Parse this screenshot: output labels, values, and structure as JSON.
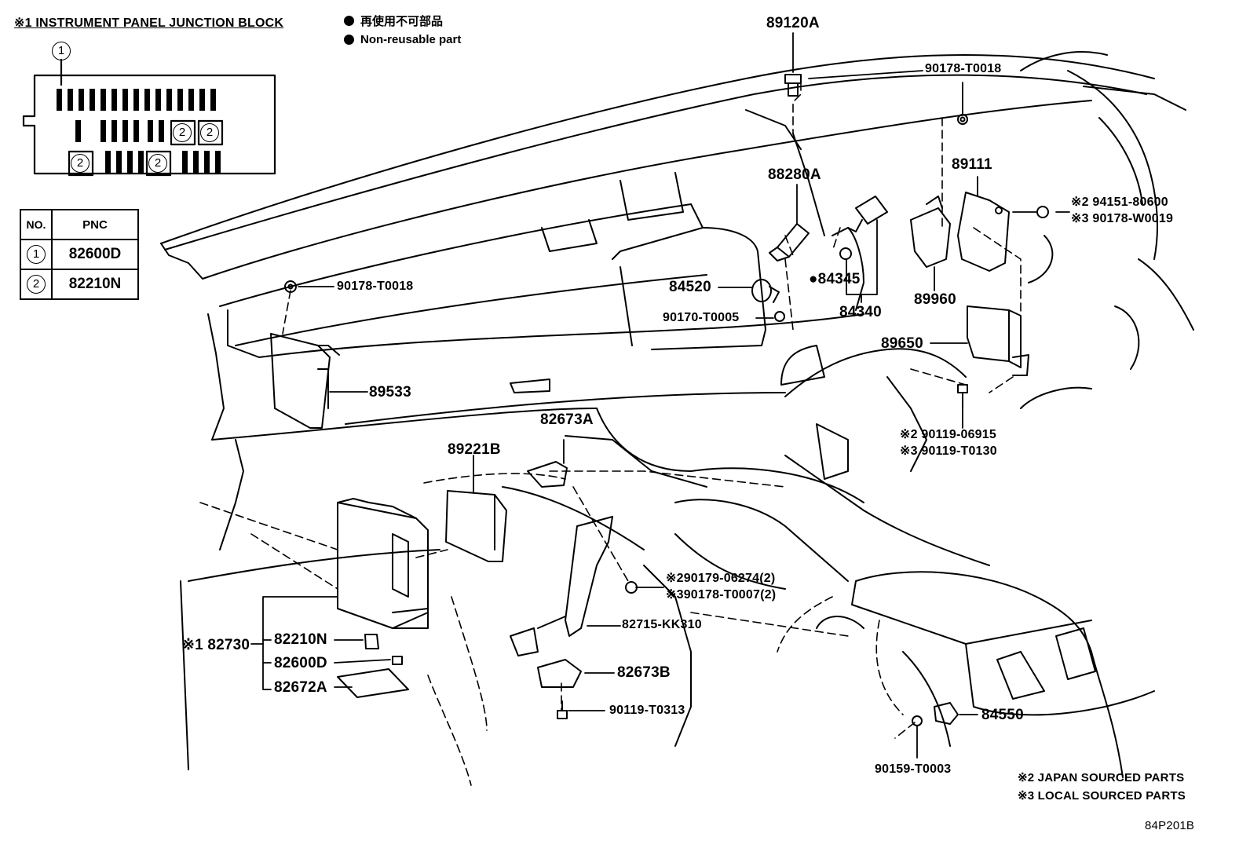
{
  "junction_block": {
    "title": "※1 INSTRUMENT PANEL JUNCTION BLOCK",
    "ref_1": "1",
    "ref_2": "2"
  },
  "legend": {
    "jp": "再使用不可部品",
    "en": "Non-reusable part"
  },
  "pnc_table": {
    "header_no": "NO.",
    "header_pnc": "PNC",
    "rows": [
      {
        "no": "1",
        "pnc": "82600D"
      },
      {
        "no": "2",
        "pnc": "82210N"
      }
    ]
  },
  "parts": {
    "p89120A": "89120A",
    "p90178_T0018_top": "90178-T0018",
    "p89111": "89111",
    "p94151_80600": "※2 94151-80600",
    "p90178_W0019": "※3 90178-W0019",
    "p88280A": "88280A",
    "p84520": "84520",
    "p84345": "●84345",
    "p90170_T0005": "90170-T0005",
    "p84340": "84340",
    "p89960": "89960",
    "p89650": "89650",
    "p90178_T0018_left": "90178-T0018",
    "p89533": "89533",
    "p82673A": "82673A",
    "p89221B": "89221B",
    "p90119_06915": "※2 90119-06915",
    "p90119_T0130": "※3 90119-T0130",
    "p90179_06274": "※290179-06274(2)",
    "p90178_T0007": "※390178-T0007(2)",
    "p82730": "※1 82730",
    "p82210N": "82210N",
    "p82600D": "82600D",
    "p82672A": "82672A",
    "p82715_KK310": "82715-KK310",
    "p82673B": "82673B",
    "p90119_T0313": "90119-T0313",
    "p84550": "84550",
    "p90159_T0003": "90159-T0003"
  },
  "notes": {
    "japan": "※2 JAPAN SOURCED PARTS",
    "local": "※3 LOCAL SOURCED PARTS"
  },
  "figure_code": "84P201B"
}
